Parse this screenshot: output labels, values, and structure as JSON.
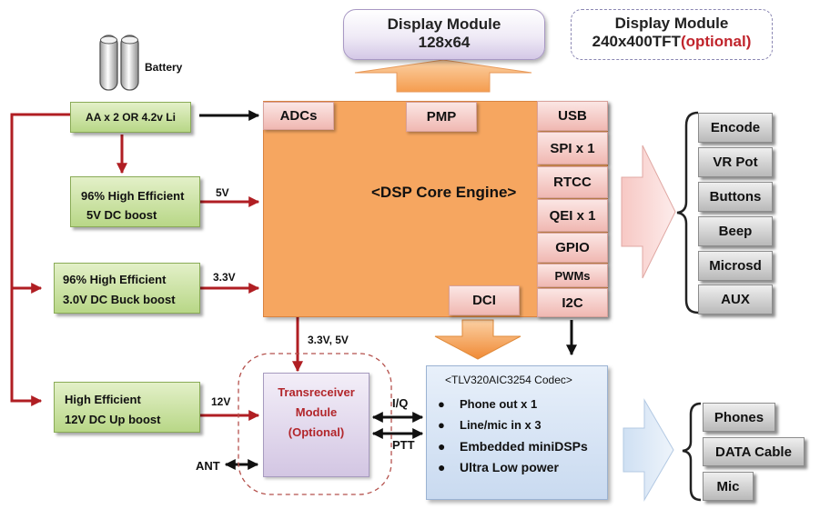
{
  "display_module_1": {
    "title": "Display Module",
    "subtitle": "128x64"
  },
  "display_module_2": {
    "title": "Display Module",
    "subtitle_main": "240x400TFT",
    "subtitle_opt": "(optional)"
  },
  "battery": {
    "label": "Battery"
  },
  "power": {
    "aa": "AA x 2 OR 4.2v Li",
    "boost5": [
      "96% High Efficient",
      "5V DC boost"
    ],
    "buck33": [
      "96% High Efficient",
      "3.0V DC Buck boost"
    ],
    "up12": [
      "High Efficient",
      "12V DC Up boost"
    ]
  },
  "voltages": {
    "v5": "5V",
    "v33": "3.3V",
    "v12": "12V",
    "v33_5": "3.3V, 5V"
  },
  "dsp": {
    "title": "<DSP Core Engine>",
    "adcs": "ADCs",
    "pmp": "PMP",
    "dci": "DCI",
    "side": [
      "USB",
      "SPI x 1",
      "RTCC",
      "QEI x 1",
      "GPIO",
      "PWMs",
      "I2C"
    ]
  },
  "peripherals": [
    "Encode",
    "VR Pot",
    "Buttons",
    "Beep",
    "Microsd",
    "AUX"
  ],
  "transceiver": {
    "line1": "Transreceiver",
    "line2": "Module",
    "line3": "(Optional)"
  },
  "links": {
    "iq": "I/Q",
    "ptt": "PTT",
    "ant": "ANT"
  },
  "codec": {
    "title": "<TLV320AIC3254  Codec>",
    "items": [
      "Phone out x 1",
      "Line/mic in x 3",
      "Embedded miniDSPs",
      "Ultra Low power"
    ]
  },
  "outputs": [
    "Phones",
    "DATA Cable",
    "Mic"
  ],
  "colors": {
    "arrow_red": "#b01e23",
    "dsp_orange": "#f5a35e",
    "green": "#b8d787",
    "pink": "#f0b8b2",
    "gray": "#b9b9b9",
    "codec_blue": "#dce8f6"
  }
}
